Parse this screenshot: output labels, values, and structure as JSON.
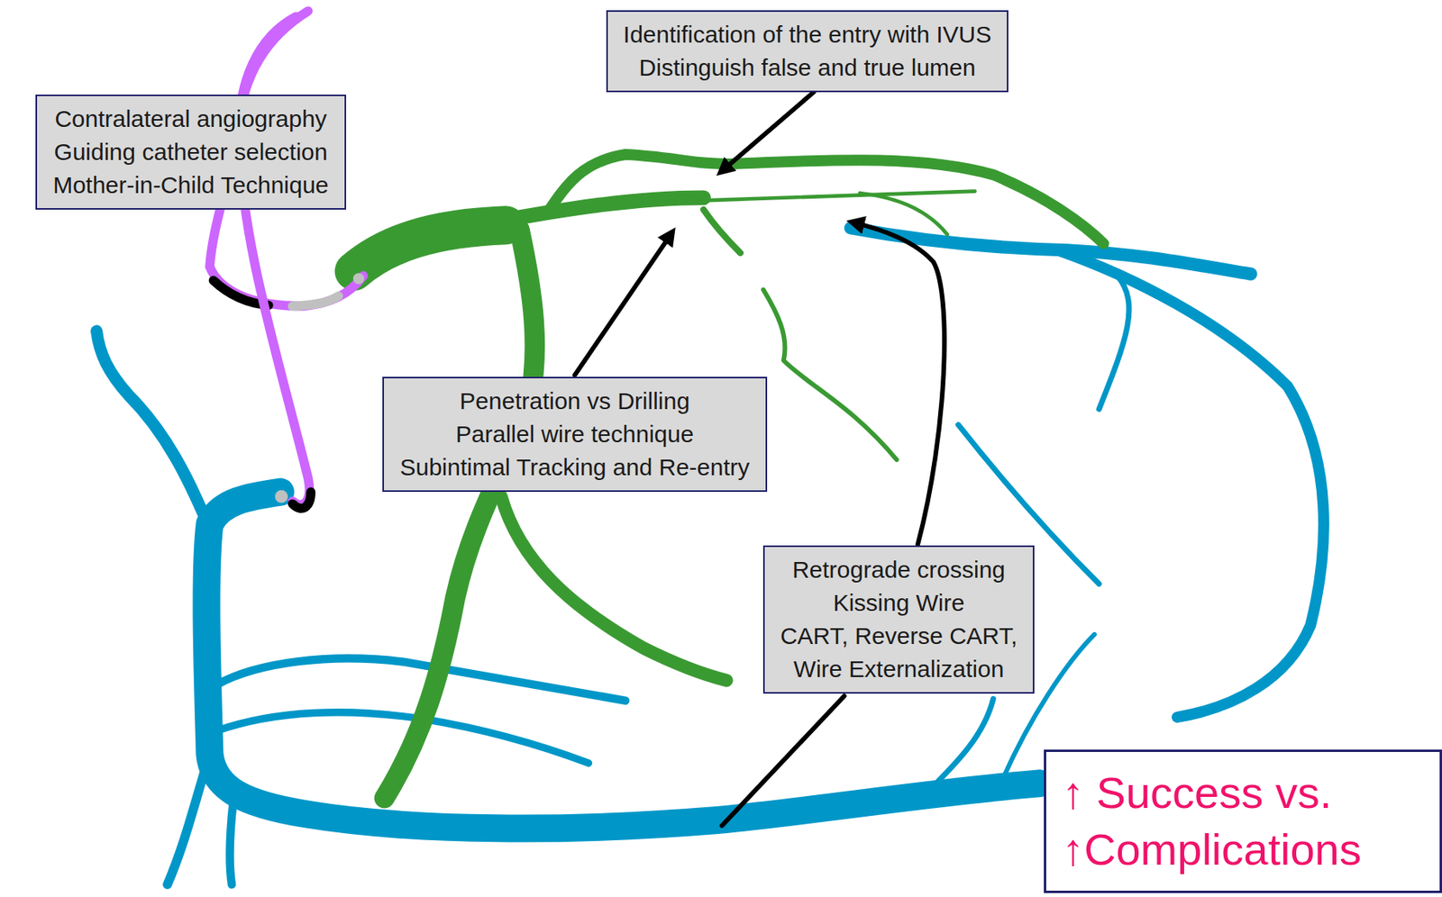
{
  "diagram": {
    "nodes": [
      {
        "text": [
          "Identification of the entry with IVUS",
          "Distinguish false and true lumen"
        ]
      },
      {
        "text": [
          "Contralateral angiography",
          "Guiding catheter selection",
          "Mother-in-Child Technique"
        ]
      },
      {
        "text": [
          "Penetration vs Drilling",
          "Parallel wire technique",
          "Subintimal Tracking and Re-entry"
        ]
      },
      {
        "text": [
          "Retrograde crossing",
          "Kissing Wire",
          "CART, Reverse CART,",
          "Wire Externalization"
        ]
      },
      {
        "text": [
          "↑ Success vs.",
          "↑Complications"
        ]
      }
    ]
  }
}
